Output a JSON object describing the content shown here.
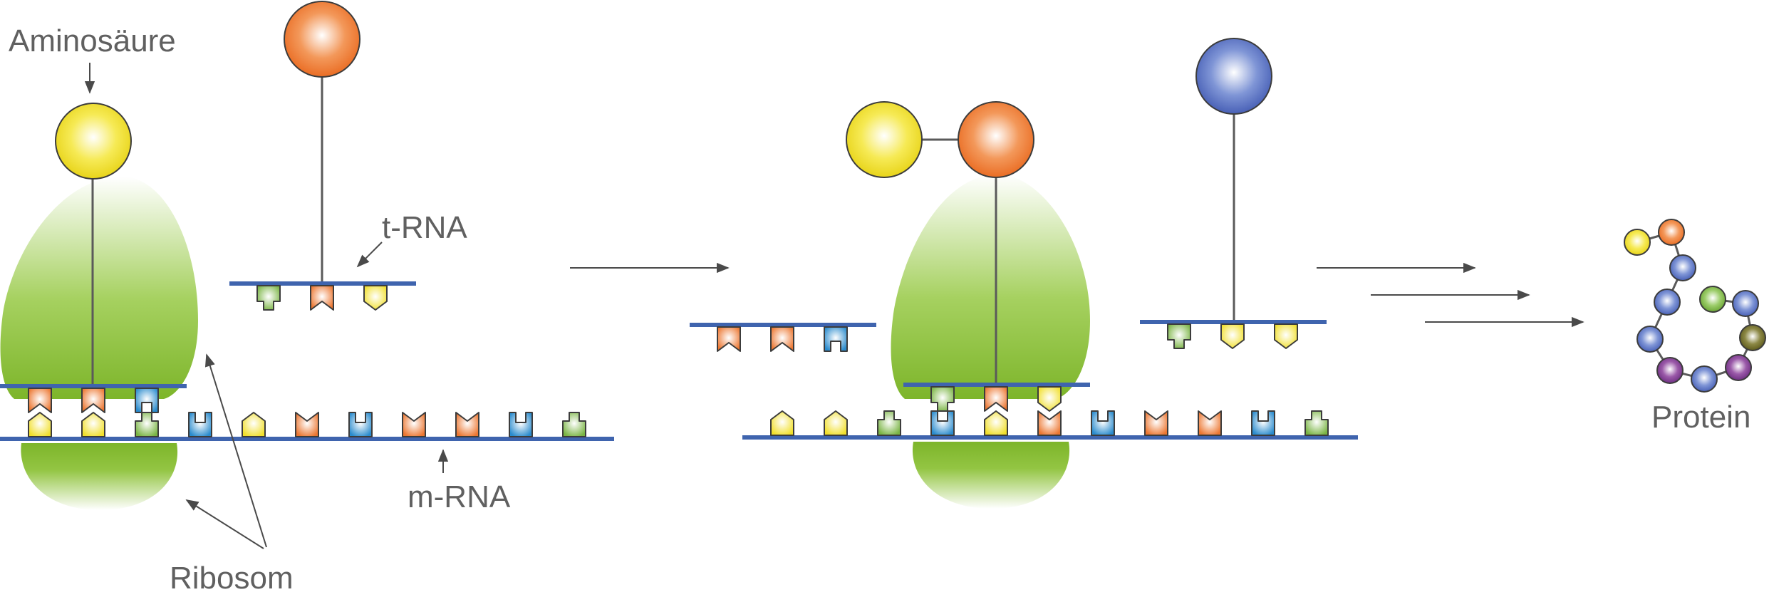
{
  "labels": {
    "amino_acid": "Aminosäure",
    "trna": "t-RNA",
    "mrna": "m-RNA",
    "ribosome": "Ribosom",
    "protein": "Protein"
  },
  "colors": {
    "yellow": "#f3e227",
    "orange": "#ef7f2e",
    "blue": "#2b8fd0",
    "green": "#7db744",
    "strand": "#3f64ae",
    "ribosome": "#83bf2b",
    "amino_blue": "#4f68bd",
    "purple": "#7d3b8f",
    "olive": "#6e6a26"
  },
  "stage1": {
    "mrna_bases": [
      "yellow",
      "yellow",
      "green",
      "blue",
      "yellow",
      "orange",
      "blue",
      "orange",
      "orange",
      "blue",
      "green"
    ],
    "trna_bound": {
      "amino_acid": "yellow",
      "anticodons": [
        "orange",
        "orange",
        "blue"
      ]
    },
    "trna_incoming": {
      "amino_acid": "orange",
      "anticodons": [
        "green",
        "orange",
        "yellow"
      ]
    }
  },
  "stage2": {
    "mrna_bases": [
      "yellow",
      "yellow",
      "green",
      "blue",
      "yellow",
      "orange",
      "blue",
      "orange",
      "orange",
      "blue",
      "green"
    ],
    "trna_released": {
      "anticodons": [
        "orange",
        "orange",
        "blue"
      ]
    },
    "trna_bound": {
      "peptide": [
        "yellow",
        "orange"
      ],
      "anticodons": [
        "green",
        "orange",
        "yellow"
      ]
    },
    "trna_incoming": {
      "amino_acid": "blue",
      "anticodons": [
        "green",
        "yellow",
        "yellow"
      ]
    }
  },
  "protein_chain": [
    "yellow",
    "orange",
    "blue",
    "blue",
    "blue",
    "purple",
    "blue",
    "purple",
    "olive",
    "blue",
    "green"
  ]
}
